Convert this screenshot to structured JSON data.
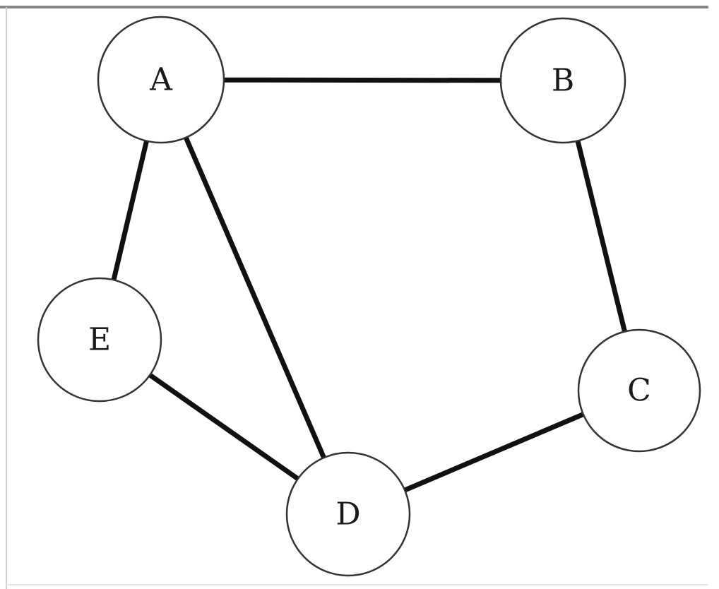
{
  "diagram": {
    "type": "undirected-graph",
    "nodes": [
      {
        "id": "A",
        "label": "A"
      },
      {
        "id": "B",
        "label": "B"
      },
      {
        "id": "C",
        "label": "C"
      },
      {
        "id": "D",
        "label": "D"
      },
      {
        "id": "E",
        "label": "E"
      }
    ],
    "edges": [
      {
        "from": "A",
        "to": "B"
      },
      {
        "from": "B",
        "to": "C"
      },
      {
        "from": "A",
        "to": "E"
      },
      {
        "from": "A",
        "to": "D"
      },
      {
        "from": "E",
        "to": "D"
      },
      {
        "from": "D",
        "to": "C"
      }
    ],
    "colors": {
      "edge": "#111111",
      "node_border": "#333333",
      "node_fill": "#ffffff",
      "frame_top": "#888888",
      "frame_left": "#cccccc",
      "background": "#ffffff"
    }
  }
}
